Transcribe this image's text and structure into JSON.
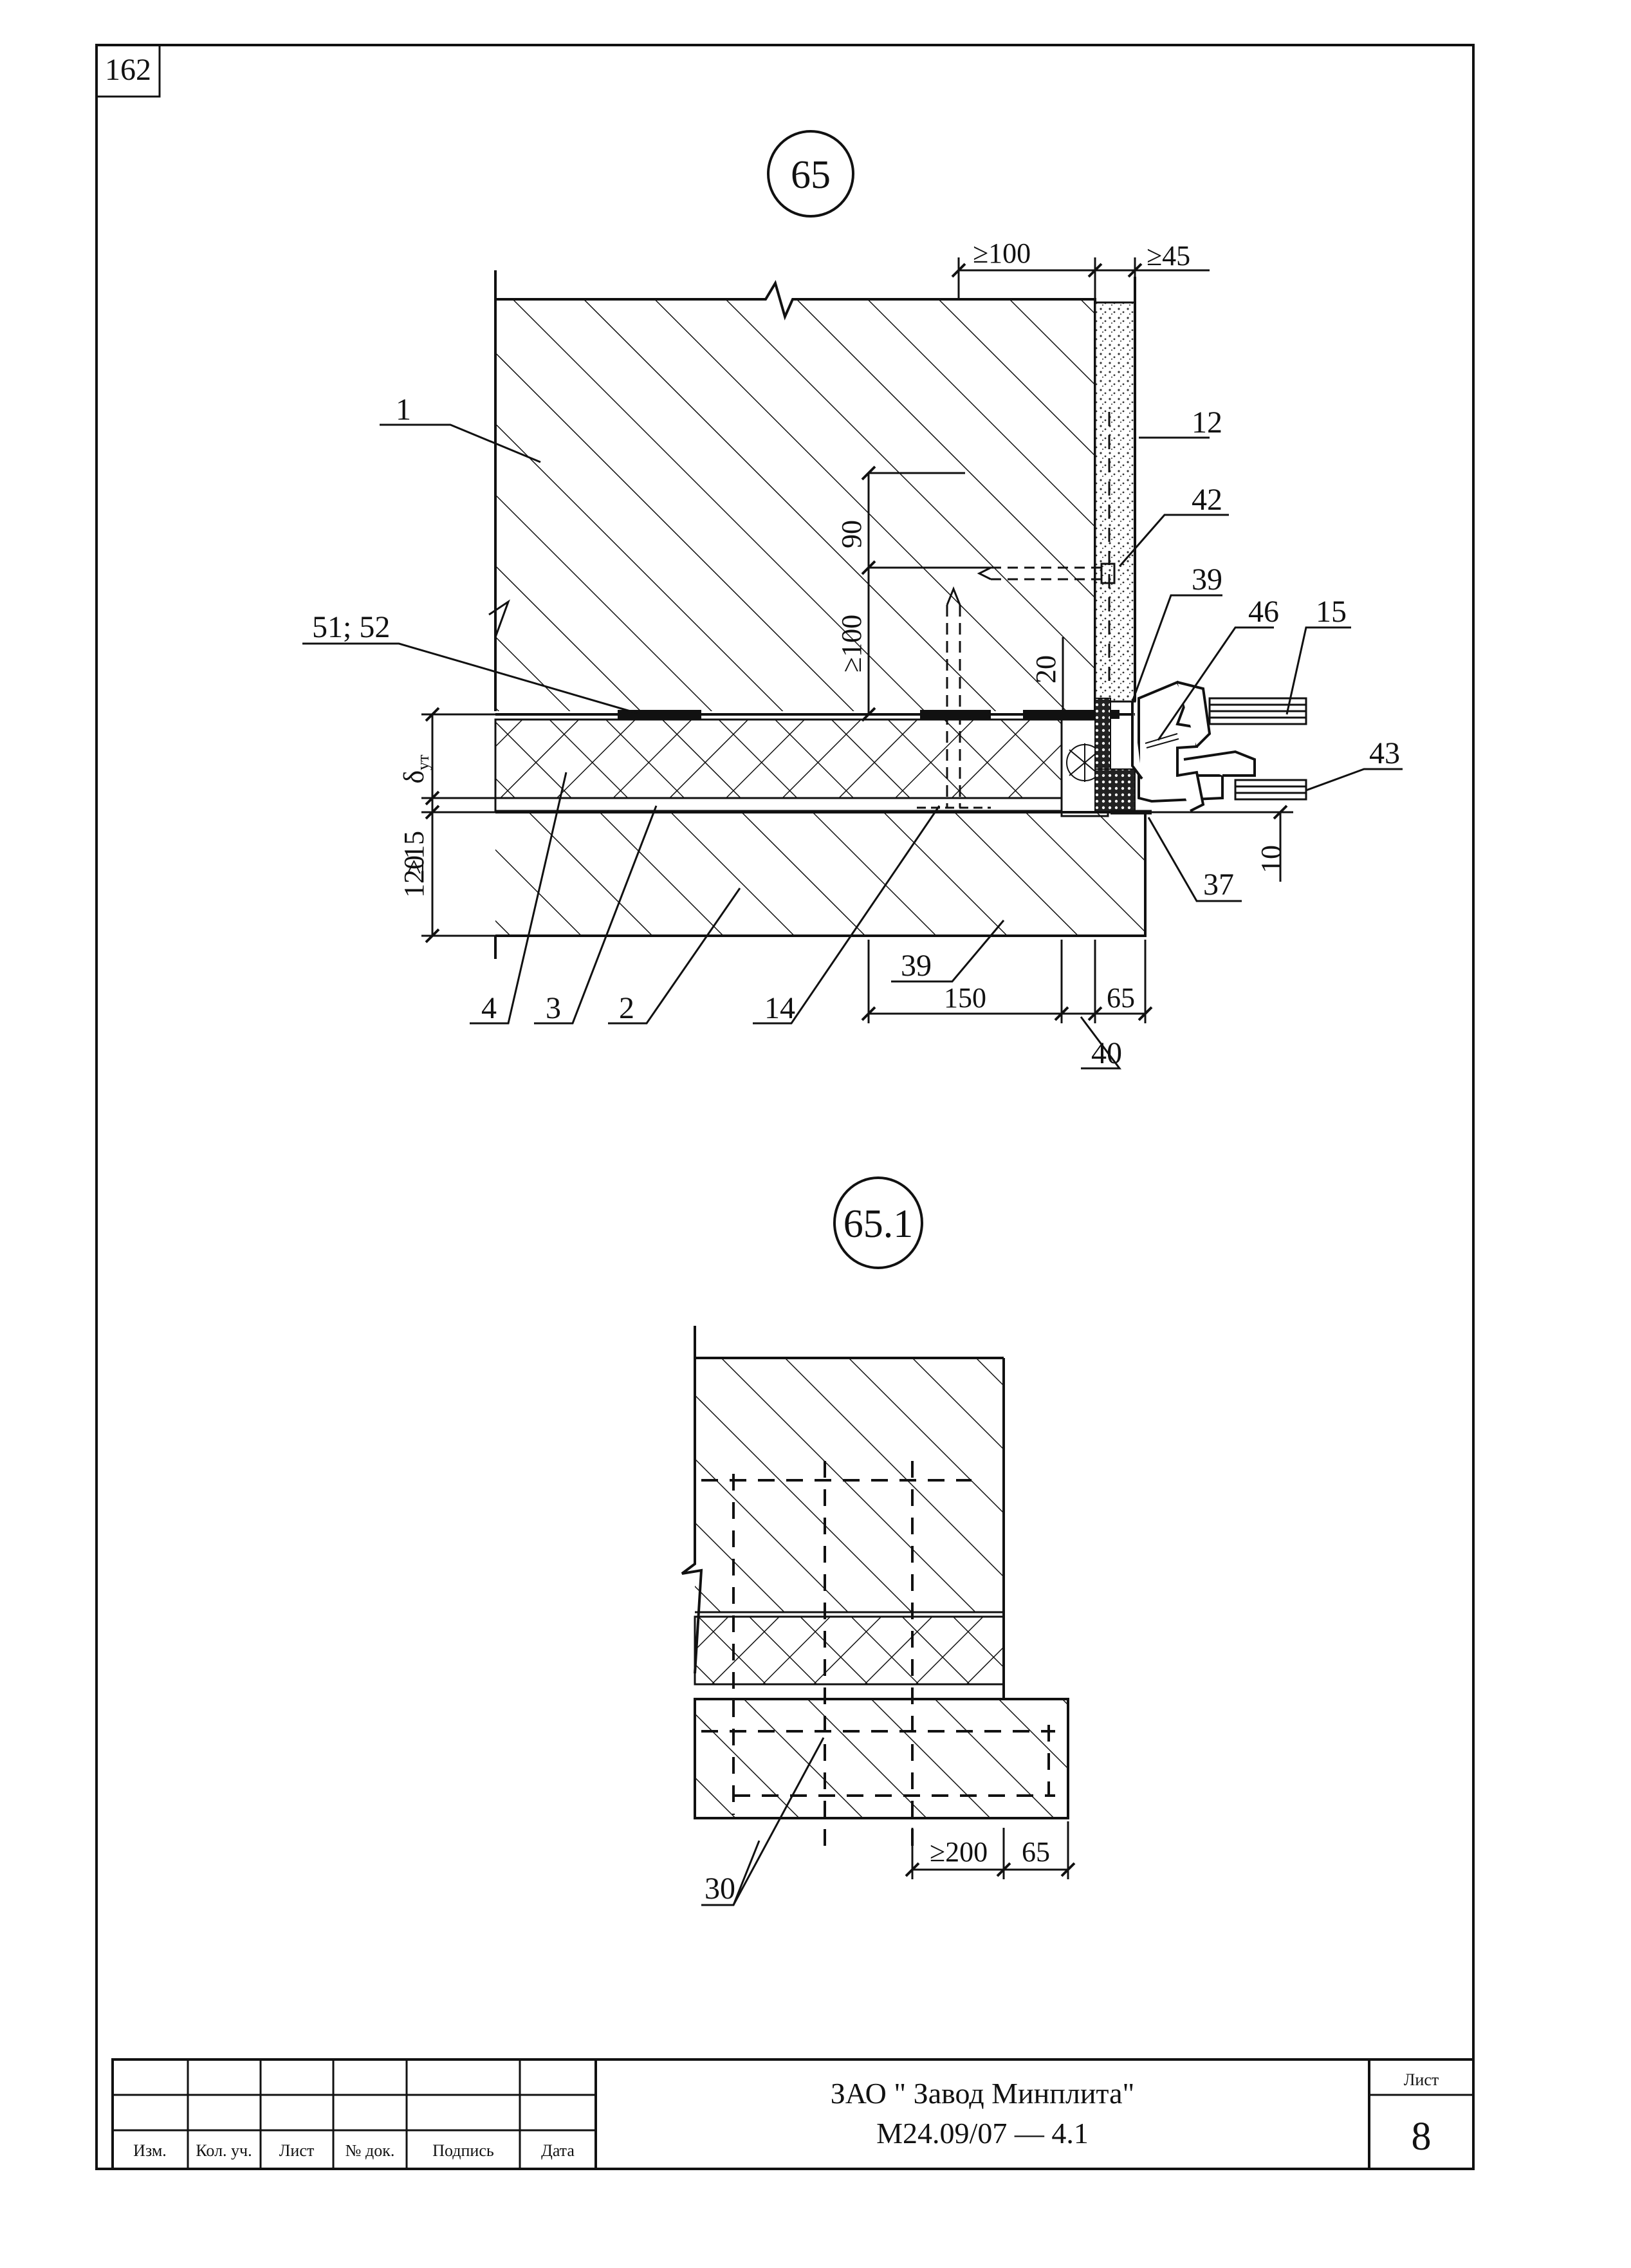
{
  "sheet": {
    "page_number": "162",
    "detail_main": "65",
    "detail_section": "65.1"
  },
  "main_detail": {
    "labels": {
      "l1": "1",
      "l2": "2",
      "l3": "3",
      "l4": "4",
      "l12": "12",
      "l14": "14",
      "l15": "15",
      "l37": "37",
      "l39a": "39",
      "l39b": "39",
      "l40": "40",
      "l42": "42",
      "l43": "43",
      "l46": "46",
      "l51_52": "51; 52"
    },
    "dimensions": {
      "top_ge100": "≥100",
      "top_ge45": "≥45",
      "v90": "90",
      "v_ge100": "≥100",
      "v20": "20",
      "delta": "δ",
      "delta_sub": "ут",
      "ge15": "≥15",
      "v120": "120",
      "v10": "10",
      "b150": "150",
      "b65": "65"
    }
  },
  "section_detail": {
    "labels": {
      "l30": "30"
    },
    "dimensions": {
      "ge200": "≥200",
      "d65": "65"
    }
  },
  "title_block": {
    "columns": [
      "Изм.",
      "Кол. уч.",
      "Лист",
      "№ док.",
      "Подпись",
      "Дата"
    ],
    "organization": "ЗАО \" Завод Минплита\"",
    "document_code": "М24.09/07 — 4.1",
    "sheet_label": "Лист",
    "sheet_number": "8"
  }
}
